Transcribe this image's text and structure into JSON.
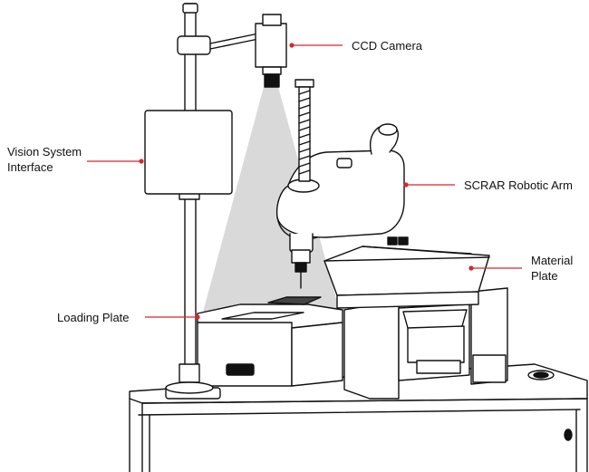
{
  "labels": {
    "ccd_camera": "CCD Camera",
    "vision_system_line1": "Vision System",
    "vision_system_line2": "Interface",
    "scrar_arm": "SCRAR Robotic Arm",
    "material_line1": "Material",
    "material_line2": "Plate",
    "loading_plate": "Loading Plate"
  },
  "colors": {
    "leader": "#d6262e",
    "outline": "#111111",
    "beam": "#d9d9d9",
    "background": "#ffffff"
  }
}
